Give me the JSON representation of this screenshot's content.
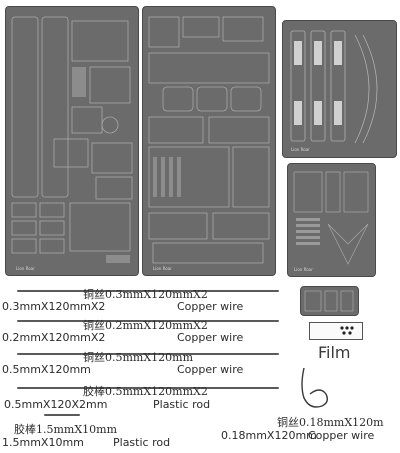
{
  "photo_etch_frets": {
    "fret_a_label": "Lion Roar",
    "fret_b_label": "Lion Roar",
    "fret_c_label": "Lion Roar",
    "fret_d_label": "Lion Roar"
  },
  "materials": {
    "copper_wire_1": {
      "cn": "铜丝0.3mmX120mmX2",
      "en": "0.3mmX120mmX2",
      "kind": "Copper wire"
    },
    "copper_wire_2": {
      "cn": "铜丝0.2mmX120mmX2",
      "en": "0.2mmX120mmX2",
      "kind": "Copper wire"
    },
    "copper_wire_3": {
      "cn": "铜丝0.5mmX120mm",
      "en": "0.5mmX120mm",
      "kind": "Copper wire"
    },
    "plastic_rod_1": {
      "cn": "胶棒0.5mmX120mmX2",
      "en": "0.5mmX120X2mm",
      "kind": "Plastic rod"
    },
    "plastic_rod_2": {
      "cn": "胶棒1.5mmX10mm",
      "en": "1.5mmX10mm",
      "kind": "Plastic rod"
    },
    "copper_wire_4": {
      "cn": "铜丝0.18mmX120m",
      "en": "0.18mmX120mm",
      "kind": "Copper wire"
    }
  },
  "film": {
    "label": "Film"
  },
  "colors": {
    "fret": "#6b6b6b",
    "fret_border": "#4a4a4a",
    "wire": "#5a5a5a",
    "text": "#2b2b2b"
  }
}
